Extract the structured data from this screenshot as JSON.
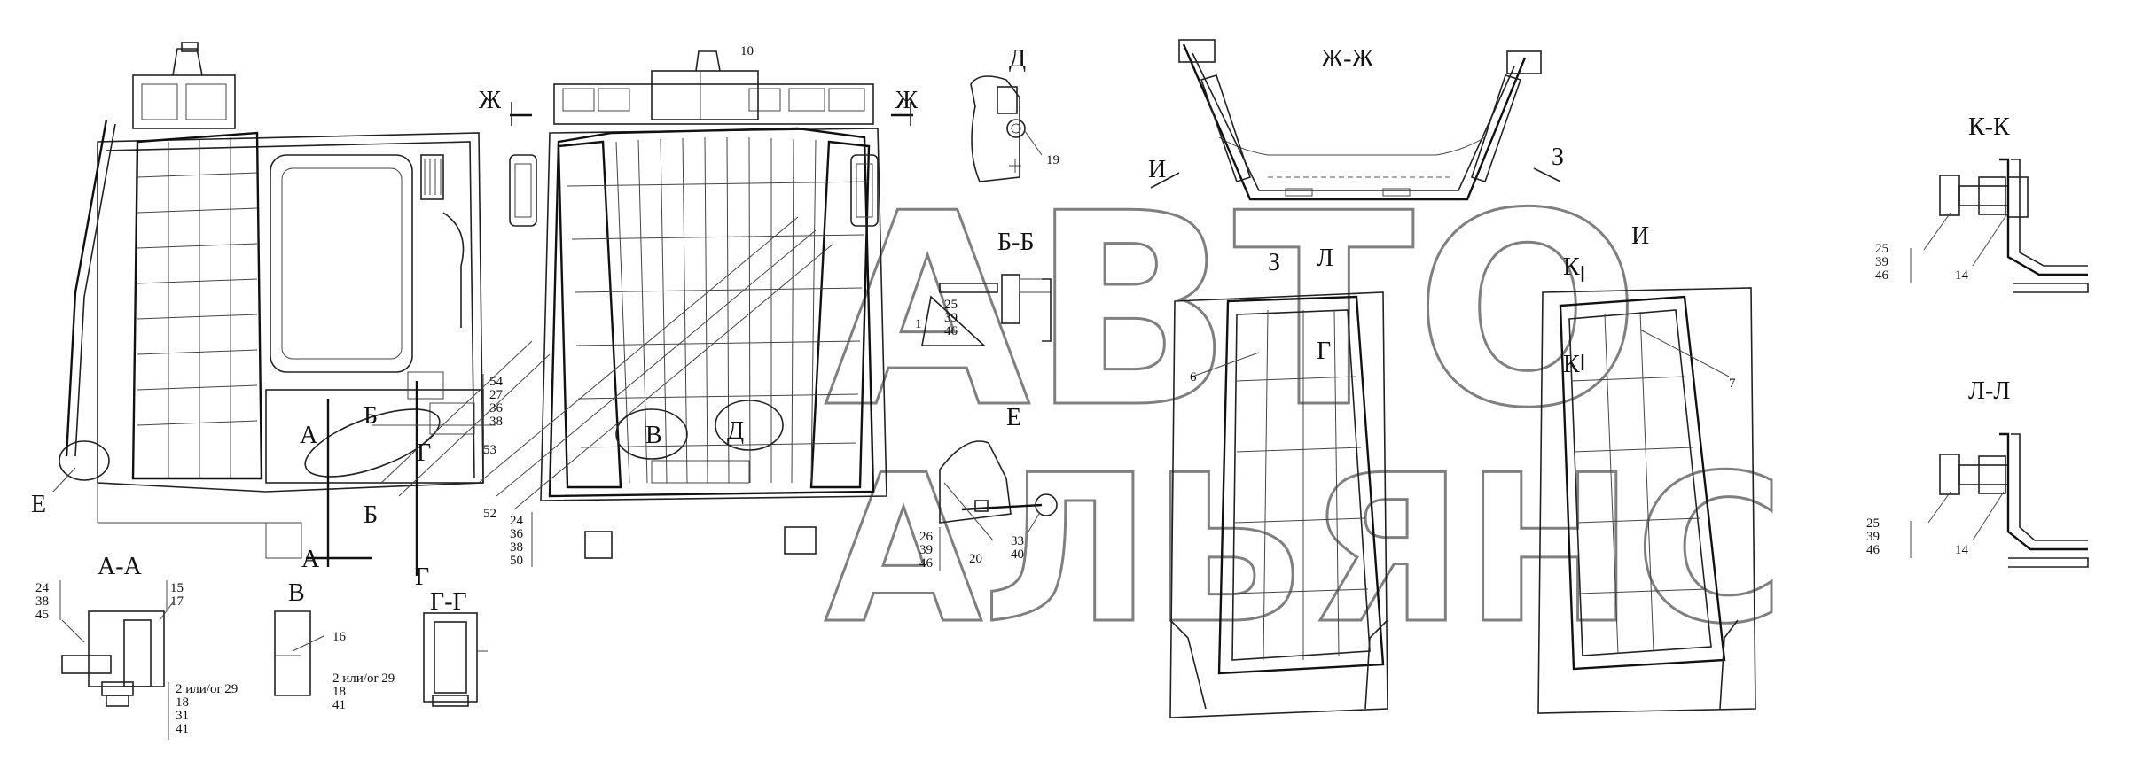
{
  "watermark": {
    "line1": "АВТО",
    "line2": "АЛЬЯНС"
  },
  "section_labels": {
    "zh_left": "Ж",
    "zh_right": "Ж",
    "zh_zh": "Ж-Ж",
    "d": "Д",
    "bb": "Б-Б",
    "ee": "Е",
    "e_left": "Е",
    "aa": "А-А",
    "v": "В",
    "gg": "Г-Г",
    "kk": "К-К",
    "ll": "Л-Л",
    "i_arrow": "И",
    "z_arrow": "З",
    "z_view": "З",
    "l_mark": "Л",
    "i_view": "И",
    "k_mark1": "К",
    "k_mark2": "К",
    "g_mark": "Г",
    "a1": "А",
    "a2": "А",
    "b1": "Б",
    "b2": "Б",
    "g1": "Г",
    "g2": "Г",
    "v_mark": "В",
    "d_mark": "Д"
  },
  "callouts": {
    "n10": "10",
    "n19": "19",
    "n16": "16",
    "n20": "20",
    "n53": "53",
    "n52": "52",
    "n6": "6",
    "n7": "7",
    "n14a": "14",
    "n14b": "14",
    "n1": "1",
    "stack_54": [
      "54",
      "27",
      "36",
      "38"
    ],
    "stack_24": [
      "24",
      "36",
      "38",
      "50"
    ],
    "stack_bb": [
      "25",
      "39",
      "46"
    ],
    "stack_e": [
      "26",
      "39",
      "46"
    ],
    "stack_3340": [
      "33",
      "40"
    ],
    "stack_aa_left": [
      "24",
      "38",
      "45"
    ],
    "stack_aa_right": [
      "15",
      "17"
    ],
    "stack_aa_bottom": [
      "2 или/or 29",
      "18",
      "31",
      "41"
    ],
    "stack_gg": [
      "2 или/or 29",
      "18",
      "41"
    ],
    "stack_kk": [
      "25",
      "39",
      "46"
    ],
    "stack_ll": [
      "25",
      "39",
      "46"
    ]
  }
}
